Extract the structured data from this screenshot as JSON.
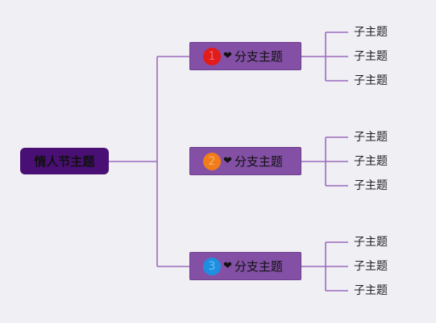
{
  "central_topic": "情人节主题",
  "heart_icon": "❤",
  "colors": {
    "background": "#f0eff4",
    "central_fill": "#4a0f74",
    "branch_fill": "#8350a5",
    "connector": "#9a6cbd"
  },
  "branches": [
    {
      "number": "1",
      "badge_color": "#e21b1b",
      "number_color": "#f06a6a",
      "label": "分支主题",
      "subtopics": [
        "子主题",
        "子主题",
        "子主题"
      ]
    },
    {
      "number": "2",
      "badge_color": "#f07d1a",
      "number_color": "#f9b06b",
      "label": "分支主题",
      "subtopics": [
        "子主题",
        "子主题",
        "子主题"
      ]
    },
    {
      "number": "3",
      "badge_color": "#1e8fe0",
      "number_color": "#6fbdf5",
      "label": "分支主题",
      "subtopics": [
        "子主题",
        "子主题",
        "子主题"
      ]
    }
  ]
}
